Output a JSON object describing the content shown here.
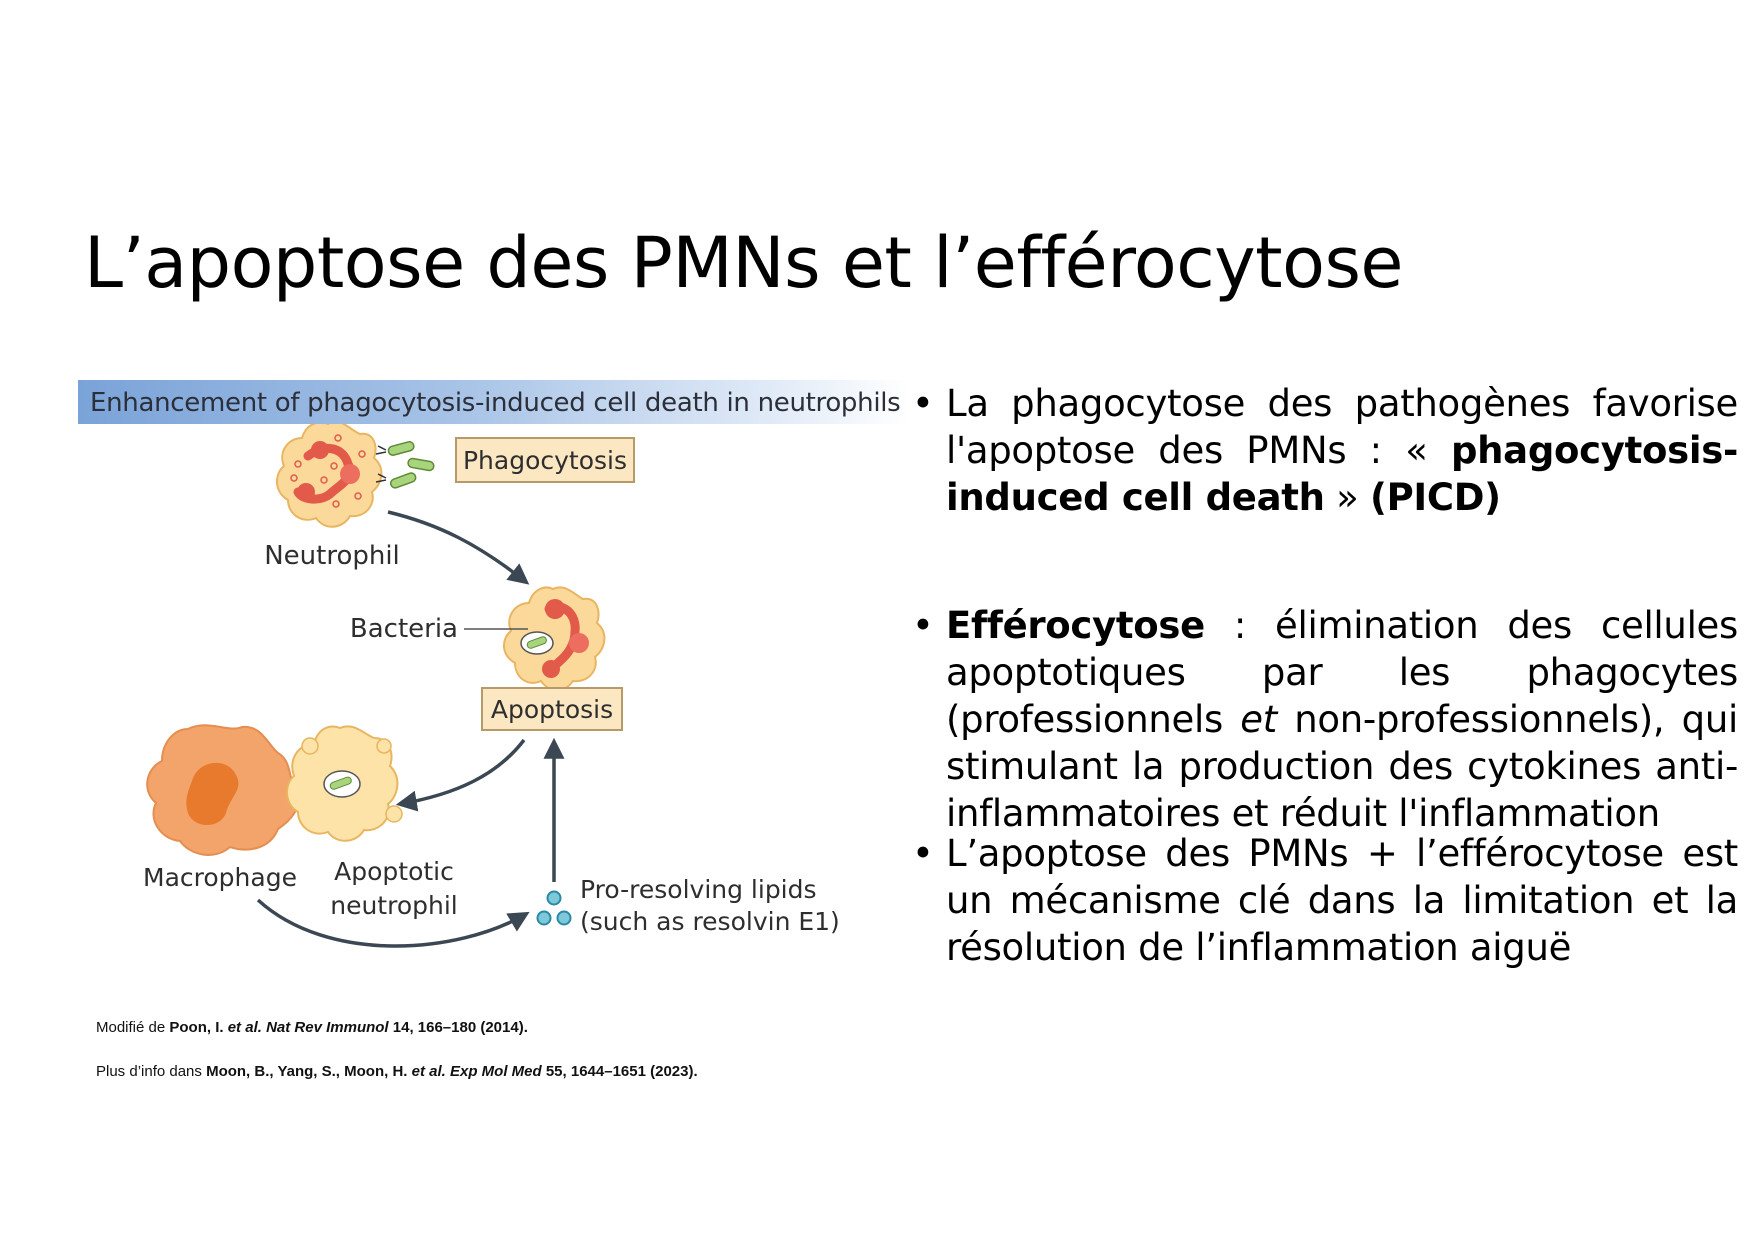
{
  "slide": {
    "title": "L’apoptose des PMNs et l’efférocytose"
  },
  "figure": {
    "banner": "Enhancement of phagocytosis-induced cell death in neutrophils",
    "labels": {
      "phagocytosis": "Phagocytosis",
      "neutrophil": "Neutrophil",
      "bacteria": "Bacteria",
      "apoptosis": "Apoptosis",
      "macrophage": "Macrophage",
      "apoptotic_line1": "Apoptotic",
      "apoptotic_line2": "neutrophil",
      "lipids_line1": "Pro-resolving lipids",
      "lipids_line2": "(such as resolvin E1)"
    }
  },
  "references": {
    "ref1": {
      "prefix": "Modifié de ",
      "authors": "Poon, I. ",
      "etal": "et al.",
      "journal": " Nat Rev Immunol",
      "details": " 14, 166–180 (2014)."
    },
    "ref2": {
      "prefix": "Plus d’info dans ",
      "authors": "Moon, B., Yang, S., Moon, H. ",
      "etal": "et al.",
      "journal": " Exp Mol Med",
      "details": " 55, 1644–1651 (2023)."
    }
  },
  "bullets": {
    "b1": {
      "text1": "La phagocytose des pathogènes favorise l'apoptose des PMNs : « ",
      "bold1": "phagocytosis-induced cell death",
      "text2": " » ",
      "bold2": "(PICD)"
    },
    "b2": {
      "bold": "Efférocytose",
      "text1": " : élimination des cellules apoptotiques par les phagocytes (professionnels ",
      "italic": "et",
      "text2": " non-professionnels), qui stimulant la production des cytokines anti-inflammatoires et réduit l'inflammation"
    },
    "b3": {
      "text": "L’apoptose des PMNs + l’efférocytose est un mécanisme clé dans la limitation et la résolution de l’inflammation aiguë"
    }
  },
  "colors": {
    "cell_fill": "#fbd99a",
    "cell_stroke": "#e8b560",
    "granule": "#e25a4a",
    "macrophage": "#f3a46a",
    "nucleus": "#e87a2e",
    "box_fill": "#fbe7c2",
    "box_stroke": "#b89a6a",
    "arrow": "#3b4752",
    "lipid": "#3ba9c4"
  }
}
